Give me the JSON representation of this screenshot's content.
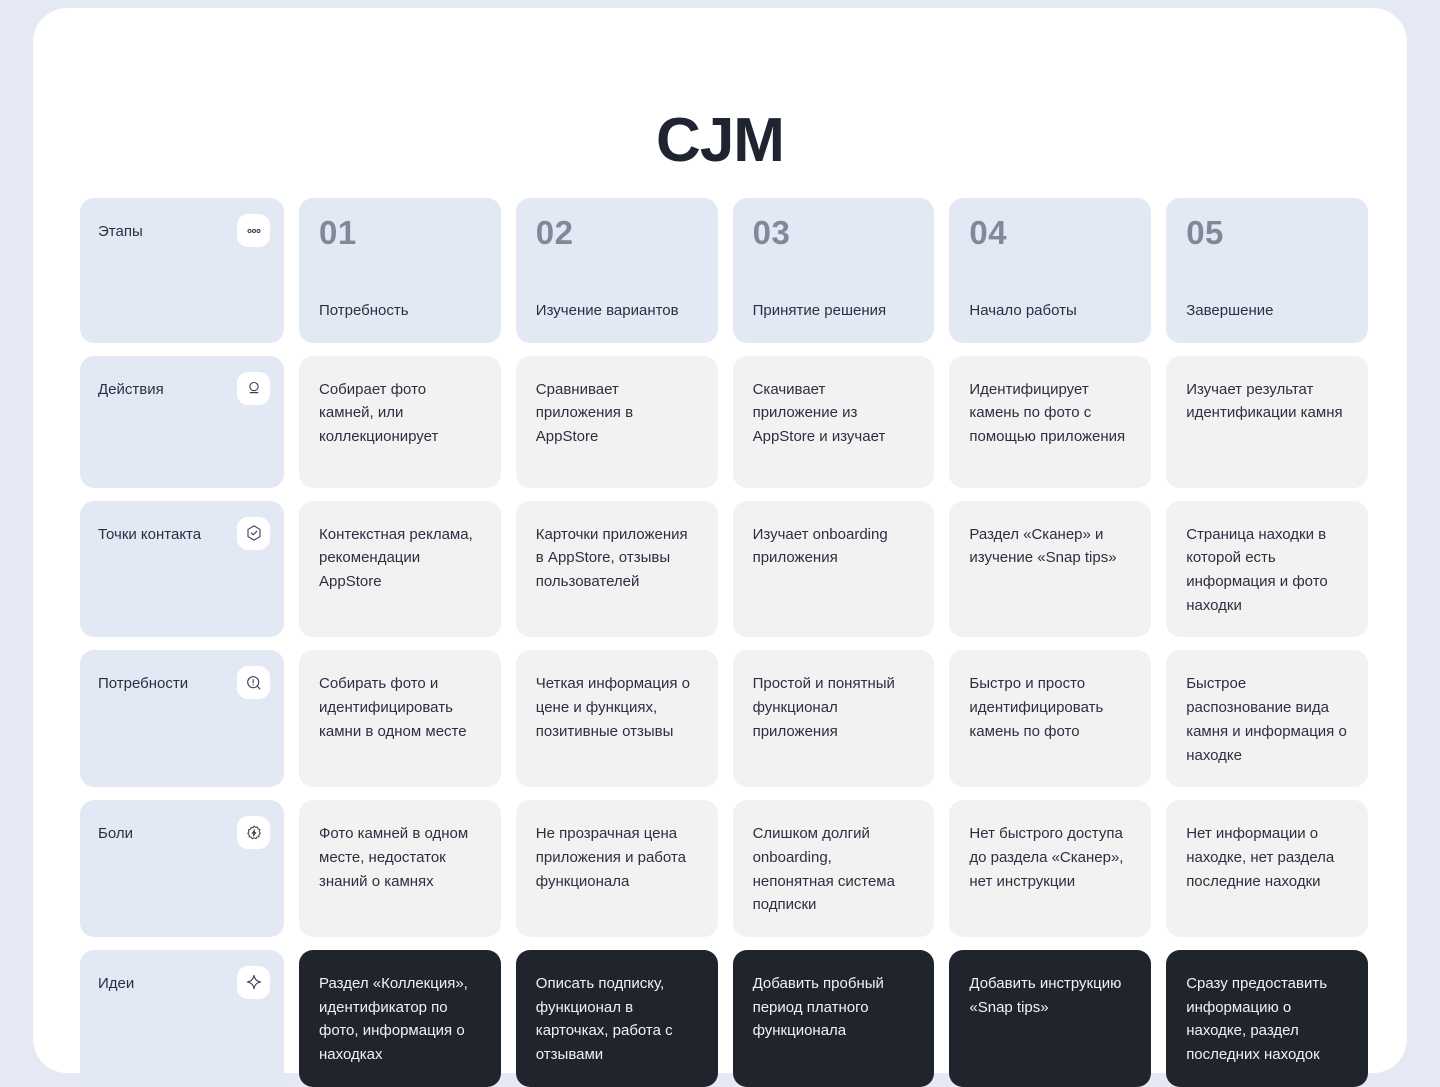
{
  "page": {
    "title": "CJM",
    "background_color": "#e5e9f3",
    "card_color": "#ffffff",
    "accent_label_color": "#e3e8f5",
    "cell_color": "#f2f2f2",
    "idea_color": "#1f242d",
    "stage_number_color": "#818998"
  },
  "rows": [
    {
      "key": "stages",
      "label": "Этапы",
      "icon": "dots-horizontal-icon",
      "cells": [
        {
          "number": "01",
          "name": "Потребность"
        },
        {
          "number": "02",
          "name": "Изучение вариантов"
        },
        {
          "number": "03",
          "name": "Принятие решения"
        },
        {
          "number": "04",
          "name": "Начало работы"
        },
        {
          "number": "05",
          "name": "Завершение"
        }
      ]
    },
    {
      "key": "actions",
      "label": "Действия",
      "icon": "lamp-icon",
      "cells": [
        "Собирает фото камней, или коллекционирует",
        "Сравнивает приложения в AppStore",
        "Скачивает приложение из AppStore и изучает",
        "Идентифицирует камень по фото с помощью приложения",
        "Изучает результат идентификации камня"
      ]
    },
    {
      "key": "touchpoints",
      "label": "Точки контакта",
      "icon": "hexagon-check-icon",
      "cells": [
        "Контекстная реклама, рекомендации AppStore",
        "Карточки приложения в AppStore, отзывы пользователей",
        "Изучает onboarding приложения",
        "Раздел «Сканер» и изучение «Snap tips»",
        "Страница находки в которой есть информация и фото находки"
      ]
    },
    {
      "key": "needs",
      "label": "Потребности",
      "icon": "search-alert-icon",
      "cells": [
        "Собирать фото и идентифицировать камни в одном месте",
        "Четкая информация о цене и функциях, позитивные отзывы",
        "Простой и понятный функционал приложения",
        "Быстро и просто идентифицировать камень по фото",
        "Быстрое распознование вида камня и информация о находке"
      ]
    },
    {
      "key": "pains",
      "label": "Боли",
      "icon": "badge-bolt-icon",
      "cells": [
        "Фото камней в одном месте, недостаток знаний о камнях",
        "Не прозрачная цена приложения и работа функционала",
        "Слишком долгий onboarding, непонятная система подписки",
        "Нет быстрого доступа до раздела «Сканер», нет инструкции",
        "Нет информации о находке, нет раздела последние находки"
      ]
    },
    {
      "key": "ideas",
      "label": "Идеи",
      "icon": "sparkle-icon",
      "cells": [
        "Раздел «Коллекция», идентификатор по фото, информация о находках",
        "Описать подписку, функционал в карточках, работа с отзывами",
        "Добавить пробный период платного функционала",
        "Добавить инструкцию «Snap tips»",
        "Сразу предоставить информацию о находке, раздел последних находок"
      ]
    }
  ]
}
